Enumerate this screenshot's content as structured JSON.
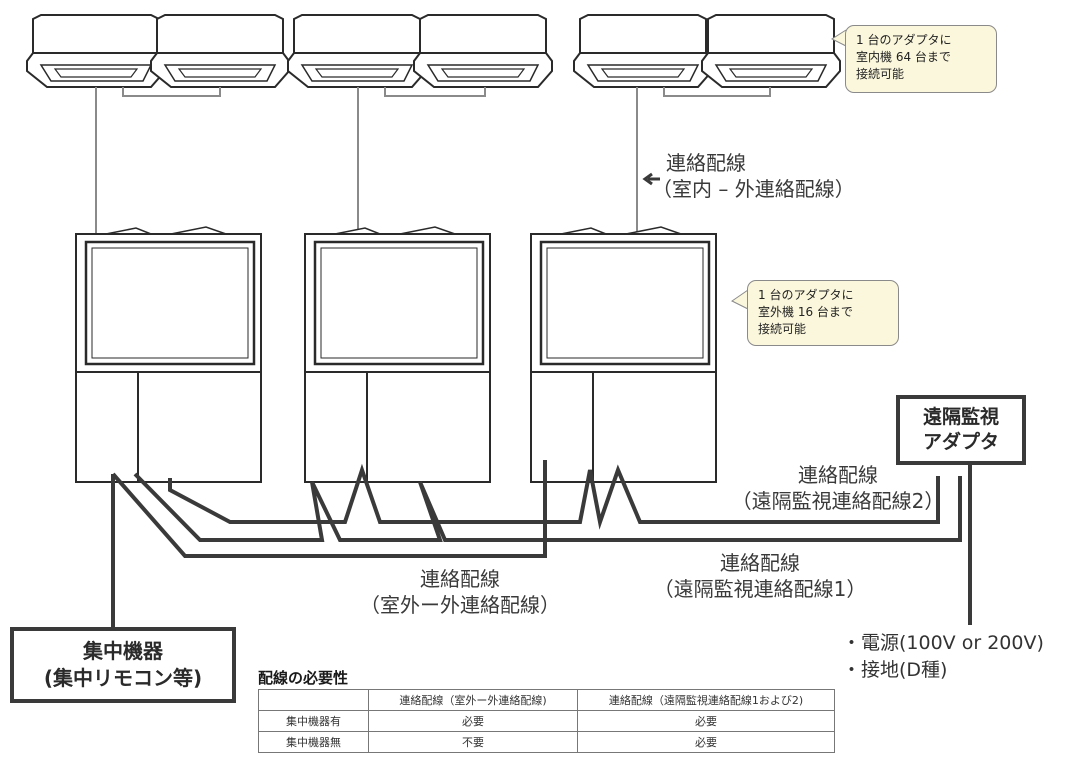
{
  "callouts": {
    "indoor": [
      "1 台のアダプタに",
      "室内機 64 台まで",
      "接続可能"
    ],
    "outdoor": [
      "1 台のアダプタに",
      "室外機 16 台まで",
      "接続可能"
    ]
  },
  "labels": {
    "indoor_link": [
      "連絡配線",
      "（室内 – 外連絡配線）"
    ],
    "monitor_link_2": [
      "連絡配線",
      "（遠隔監視連絡配線2）"
    ],
    "monitor_link_1": [
      "連絡配線",
      "（遠隔監視連絡配線1）"
    ],
    "outdoor_link": [
      "連絡配線",
      "（室外ー外連絡配線）"
    ]
  },
  "adapter": {
    "line1": "遠隔監視",
    "line2": "アダプタ"
  },
  "central": {
    "line1": "集中機器",
    "line2": "(集中リモコン等)"
  },
  "power": {
    "line1": "・電源(100V or 200V)",
    "line2": "・接地(D種)"
  },
  "table": {
    "title": "配線の必要性",
    "headers": [
      "",
      "連絡配線（室外ー外連絡配線)",
      "連絡配線（遠隔監視連絡配線1および2)"
    ],
    "rows": [
      [
        "集中機器有",
        "必要",
        "必要"
      ],
      [
        "集中機器無",
        "不要",
        "必要"
      ]
    ]
  },
  "colors": {
    "callout_bg": "#fbf7dc",
    "line": "#3a3a3a"
  }
}
